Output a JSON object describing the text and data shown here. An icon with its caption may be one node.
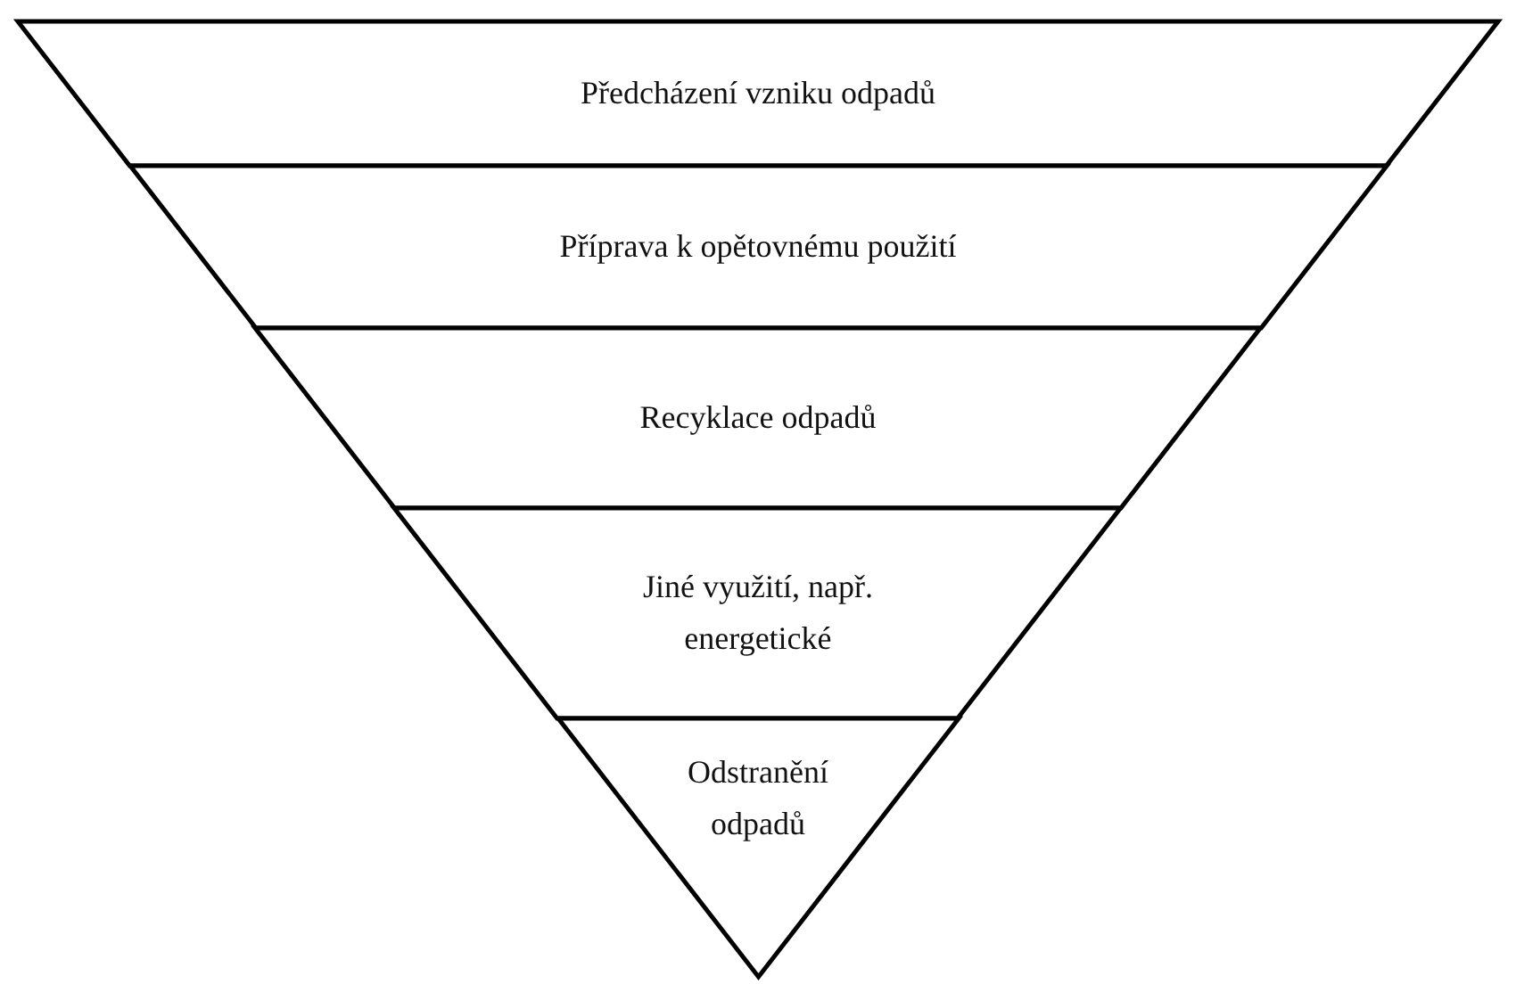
{
  "diagram": {
    "nodes": [
      {
        "text": [
          "Předcházení vzniku odpadů"
        ]
      },
      {
        "text": [
          "Příprava k opětovnému použití"
        ]
      },
      {
        "text": [
          "Recyklace odpadů"
        ]
      },
      {
        "text": [
          "Jiné využití, např. energetické"
        ]
      },
      {
        "text": [
          "Odstranění odpadů"
        ]
      }
    ]
  }
}
